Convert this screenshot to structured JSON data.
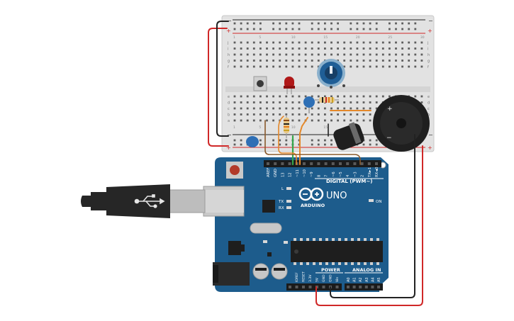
{
  "board": {
    "logo_text": "ARDUINO",
    "model": "UNO",
    "digital_label": "DIGITAL (PWM~)",
    "power_label": "POWER",
    "analog_label": "ANALOG IN",
    "on_label": "ON",
    "led_l": "L",
    "led_tx": "TX",
    "led_rx": "RX",
    "header_top_pins": [
      "AREF",
      "GND",
      "13",
      "12",
      "~11",
      "~10",
      "~9",
      "8",
      "7",
      "~6",
      "~5",
      "4",
      "~3",
      "2",
      "TX►1",
      "RX◄0"
    ],
    "header_power_pins": [
      "IOREF",
      "RESET",
      "3.3V",
      "5V",
      "GND",
      "GND",
      "Vin"
    ],
    "header_analog_pins": [
      "A0",
      "A1",
      "A2",
      "A3",
      "A4",
      "A5"
    ]
  },
  "breadboard": {
    "rail_minus": "−",
    "rail_plus": "+",
    "row_letters_top": [
      "j",
      "i",
      "h",
      "g",
      "f"
    ],
    "row_letters_bottom": [
      "e",
      "d",
      "c",
      "b",
      "a"
    ],
    "column_numbers": [
      "1",
      "5",
      "10",
      "15",
      "20",
      "25",
      "30"
    ]
  },
  "buzzer": {
    "plus": "+",
    "minus": "−"
  },
  "colors": {
    "board_blue": "#1d5c8c",
    "breadboard": "#e6e6e6",
    "wire_red": "#d02828",
    "wire_black": "#222222",
    "wire_green": "#34a64a",
    "wire_orange": "#e4882a",
    "wire_brown": "#8a5a2c"
  }
}
